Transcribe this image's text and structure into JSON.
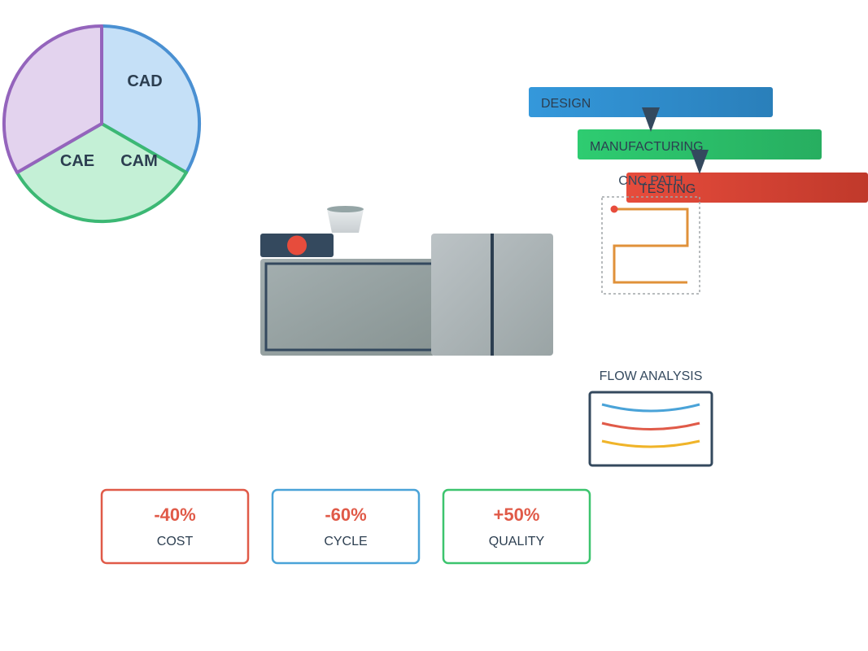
{
  "wheel": {
    "segments": [
      {
        "label": "CAD",
        "fill": "#c5e0f7",
        "stroke": "#4a90d2"
      },
      {
        "label": "CAM",
        "fill": "#c4f0d6",
        "stroke": "#3cb874"
      },
      {
        "label": "CAE",
        "fill": "#e3d3ee",
        "stroke": "#9464bc"
      }
    ]
  },
  "process": {
    "stages": [
      {
        "label": "DESIGN",
        "color": "#3498db"
      },
      {
        "label": "MANUFACTURING",
        "color": "#2ecc71"
      },
      {
        "label": "TESTING",
        "color": "#e74c3c"
      }
    ],
    "arrow_color": "#34495e"
  },
  "cnc": {
    "label": "CNC PATH",
    "path_color": "#e0913a",
    "start_dot_color": "#e74c3c"
  },
  "flow": {
    "label": "FLOW ANALYSIS",
    "line_colors": [
      "#4aa3d8",
      "#e05a48",
      "#f0b429"
    ]
  },
  "machine": {
    "indicator_color": "#e74c3c"
  },
  "metrics": [
    {
      "value": "-40%",
      "label": "COST",
      "border": "#e05a48",
      "value_color": "#e05a48"
    },
    {
      "value": "-60%",
      "label": "CYCLE",
      "border": "#4aa3d8",
      "value_color": "#e05a48"
    },
    {
      "value": "+50%",
      "label": "QUALITY",
      "border": "#3cc46e",
      "value_color": "#e05a48"
    }
  ]
}
